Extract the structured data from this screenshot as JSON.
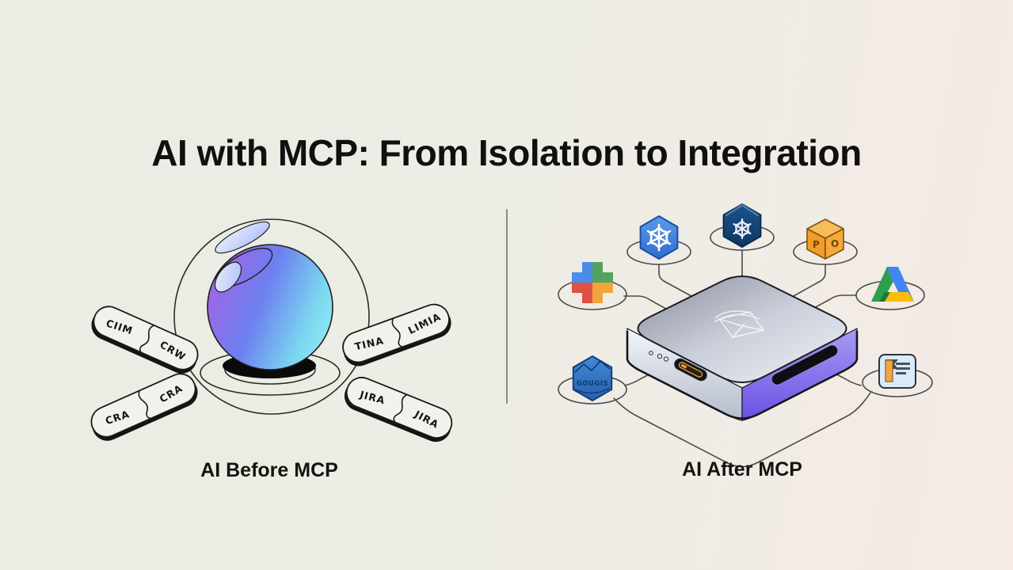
{
  "title": "AI with MCP: From Isolation to Integration",
  "left": {
    "caption": "AI Before MCP",
    "description": "crystal-ball AI sphere in glass dome, disconnected tool capsules",
    "pills": [
      {
        "position": "upper-left",
        "left_label": "CIIM",
        "right_label": "CRW"
      },
      {
        "position": "lower-left",
        "left_label": "CRA",
        "right_label": "CRA"
      },
      {
        "position": "upper-right",
        "left_label": "TINA",
        "right_label": "LIMIA"
      },
      {
        "position": "lower-right",
        "left_label": "JIRA",
        "right_label": "JIRA"
      }
    ]
  },
  "right": {
    "caption": "AI After MCP",
    "description": "MCP hub device wired to service icons on platforms",
    "hub_logo": "envelope-icon",
    "cube": {
      "left_letter": "P",
      "right_letter": "O"
    },
    "box_label": "GOUGIS",
    "services": [
      "colorful-plus-grid-icon",
      "snowflake-hexagon-icon",
      "navy-hexagon-icon",
      "orange-package-cube-icon",
      "google-drive-icon",
      "blue-database-box-icon",
      "document-list-icon"
    ]
  },
  "colors": {
    "background_left": "#e9ede3",
    "background_right": "#f5eae6",
    "sphere_violet": "#a264e4",
    "sphere_blue": "#6c80f0",
    "sphere_cyan": "#7fdef2",
    "hub_purple": "#6e55e6",
    "hub_silver": "#c9ced9",
    "wire": "#4b4b48",
    "snowflake_blue": "#3e7fdb",
    "navy": "#174a80",
    "cube_orange": "#f5a93c",
    "drive_green": "#2f9e4f",
    "drive_blue": "#4285f4",
    "drive_yellow": "#fbbc05",
    "port_orange": "#f0a23c"
  }
}
